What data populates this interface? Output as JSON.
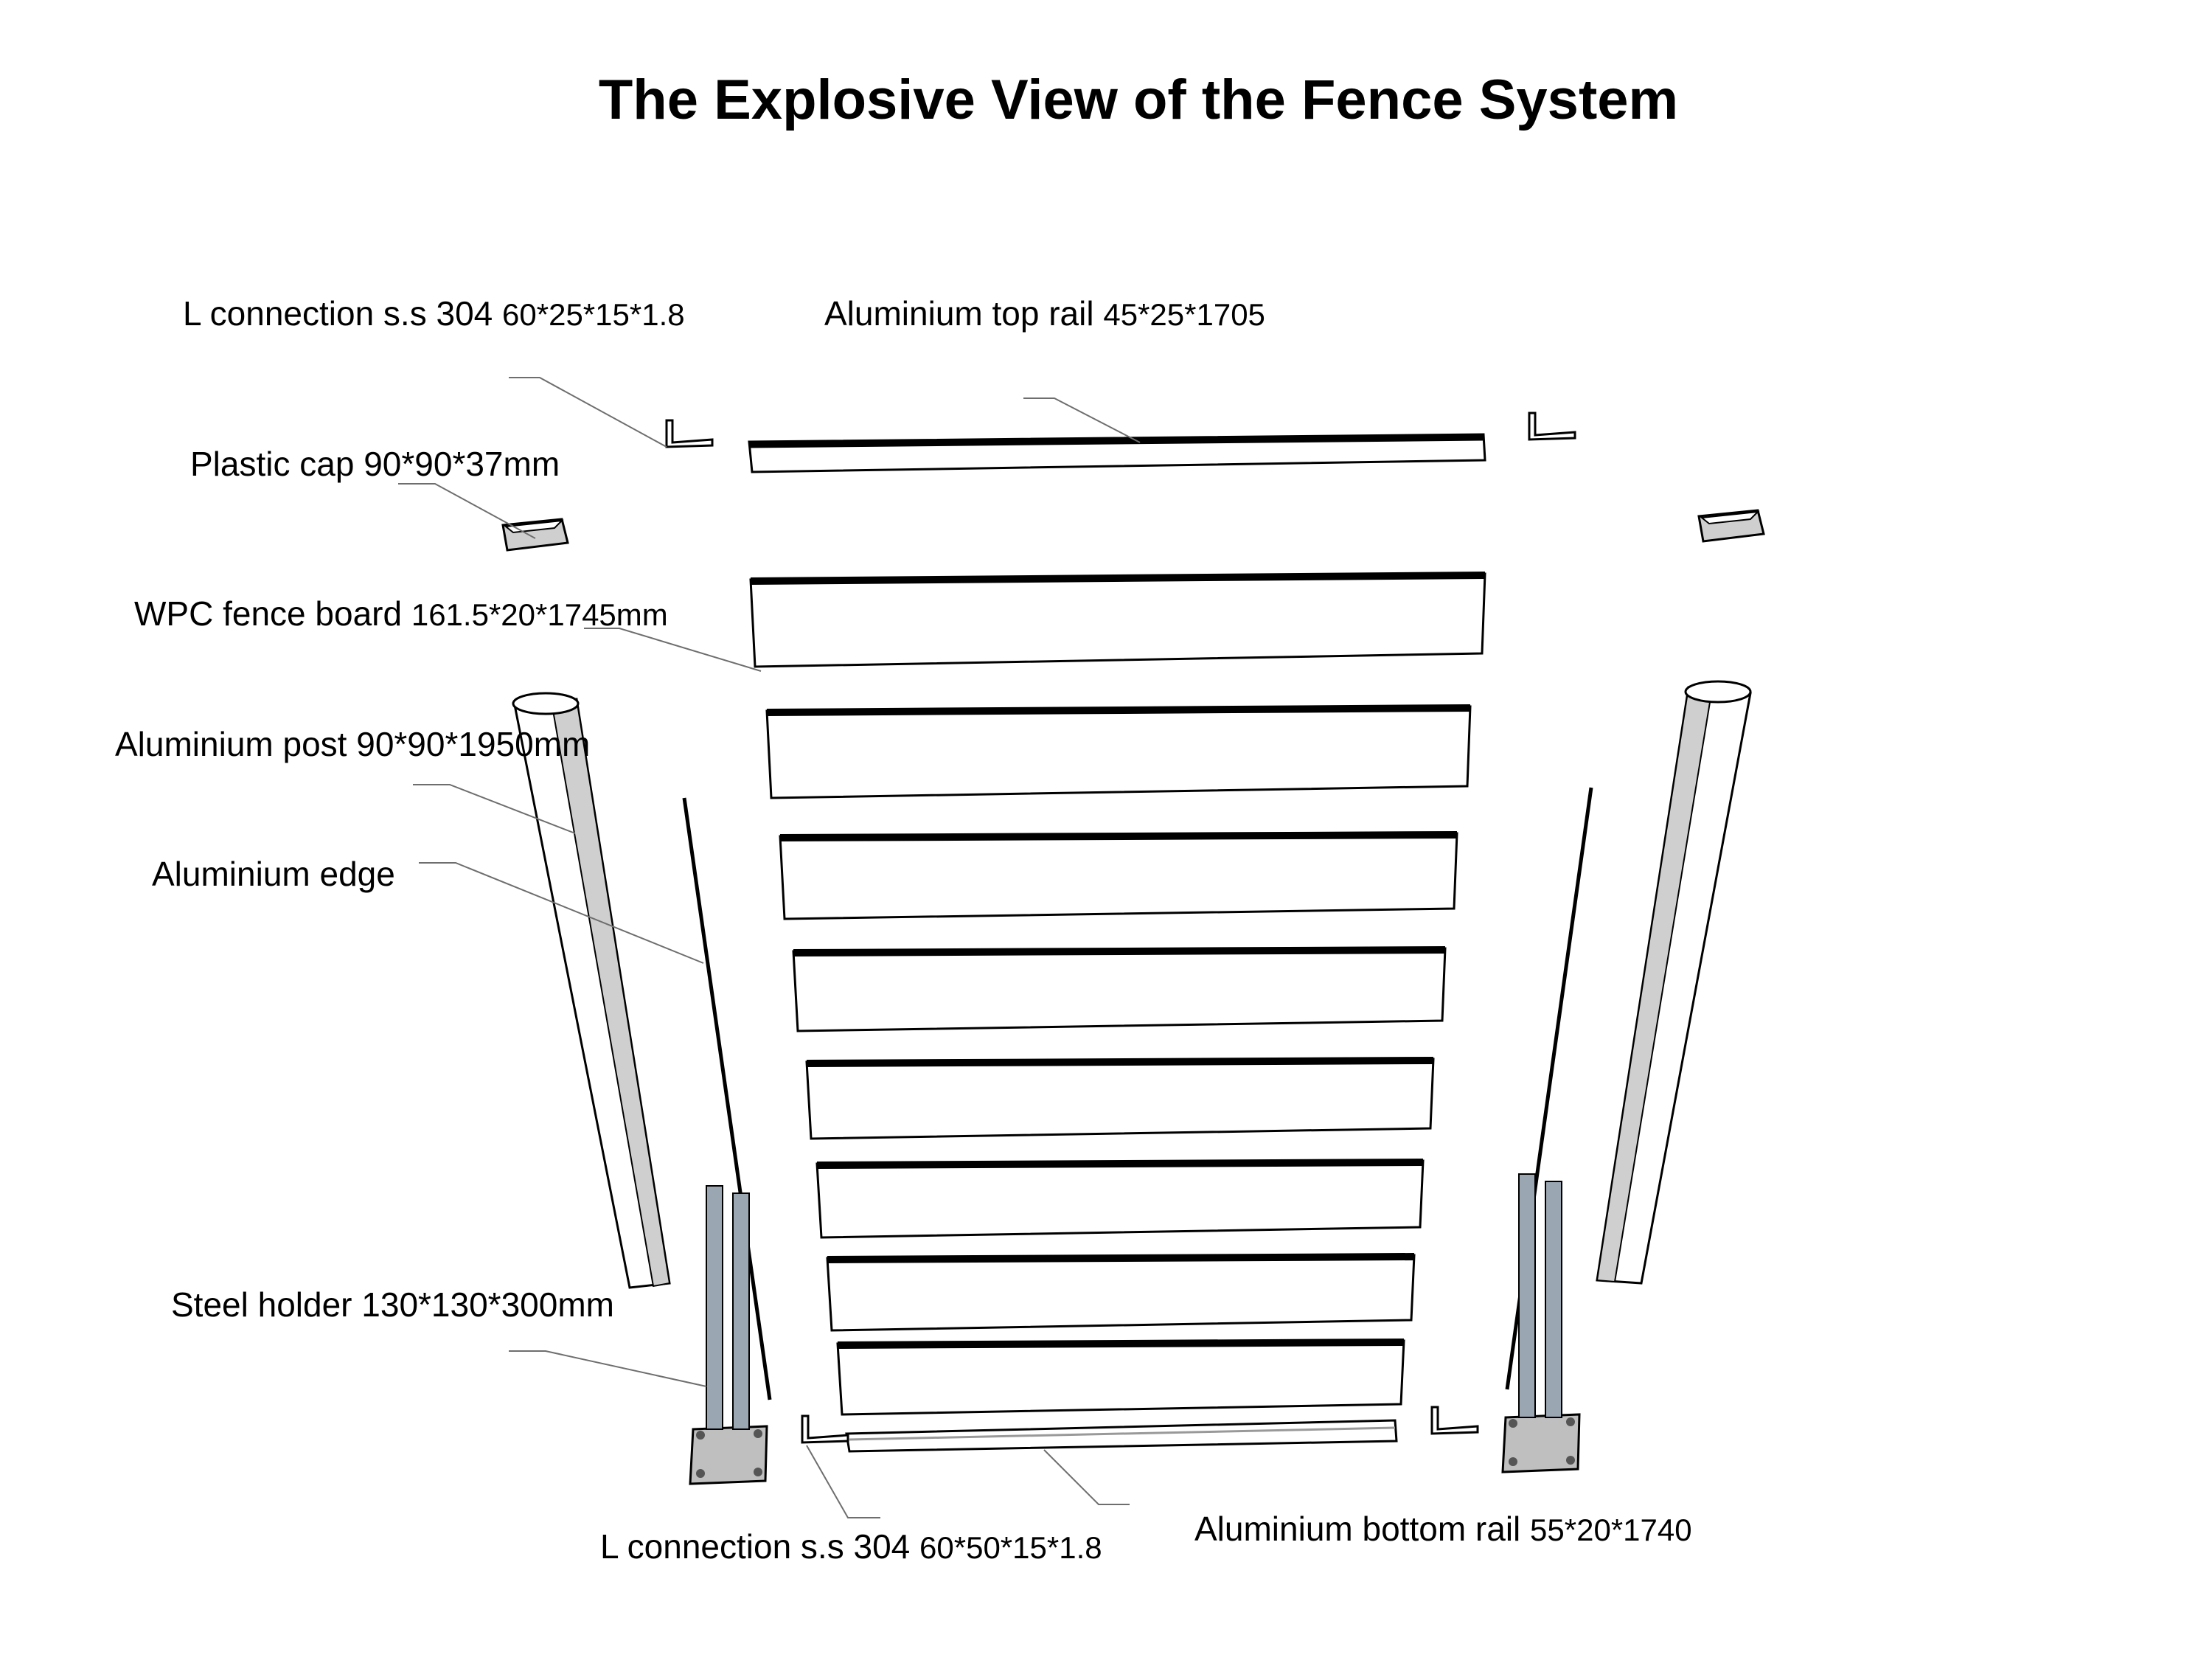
{
  "title": "The Explosive View of the Fence System",
  "labels": {
    "l_connection_top": {
      "name": "L connection s.s 304",
      "dims": "60*25*15*1.8"
    },
    "top_rail": {
      "name": "Aluminium top rail",
      "dims": "45*25*1705"
    },
    "plastic_cap": {
      "name": "Plastic cap",
      "dims": "90*90*37mm"
    },
    "fence_board": {
      "name": "WPC fence board",
      "dims": "161.5*20*1745mm"
    },
    "post": {
      "name": "Aluminium post",
      "dims": "90*90*1950mm"
    },
    "edge": {
      "name": "Aluminium edge"
    },
    "steel_holder": {
      "name": "Steel holder",
      "dims": "130*130*300mm"
    },
    "l_connection_bottom": {
      "name": "L connection s.s 304",
      "dims": "60*50*15*1.8"
    },
    "bottom_rail": {
      "name": "Aluminium bottom rail",
      "dims": "55*20*1740"
    }
  },
  "colors": {
    "line": "#000000",
    "leader": "#6e6e6e",
    "part_fill": "#ffffff",
    "part_shade": "#cfcfcf",
    "steel": "#9aa6b2",
    "base_plate": "#bfbfbf"
  }
}
